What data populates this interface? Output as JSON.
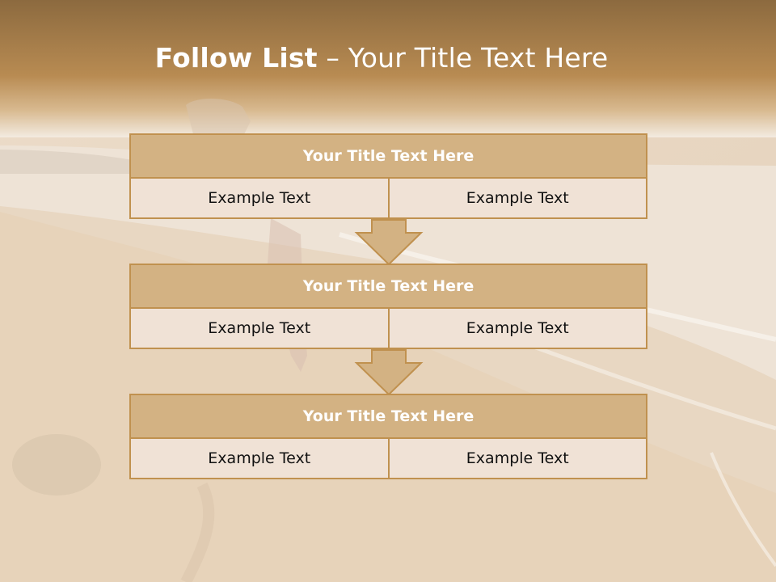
{
  "slide": {
    "title_bold": "Follow List",
    "title_rest": "– Your Title Text Here"
  },
  "colors": {
    "header_band": "#b98d50",
    "box_title_fill": "#d3b283",
    "box_border": "#c0914f",
    "cell_fill": "#f0e2d6"
  },
  "blocks": [
    {
      "title": "Your Title Text Here",
      "left": "Example Text",
      "right": "Example Text"
    },
    {
      "title": "Your Title Text Here",
      "left": "Example Text",
      "right": "Example Text"
    },
    {
      "title": "Your Title Text Here",
      "left": "Example Text",
      "right": "Example Text"
    }
  ],
  "connectors": [
    "down-arrow-icon",
    "down-arrow-icon"
  ]
}
